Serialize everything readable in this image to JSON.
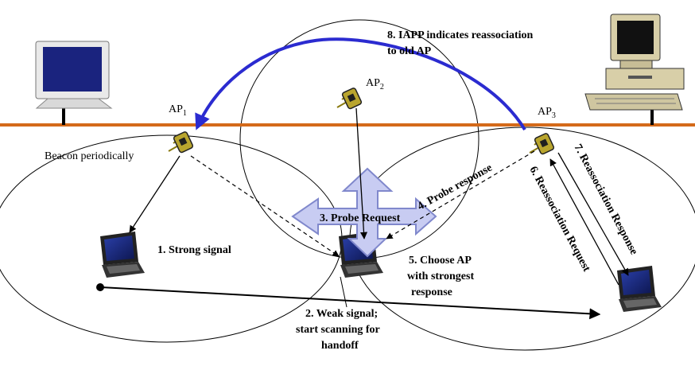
{
  "access_points": [
    {
      "name": "AP",
      "sub": "1"
    },
    {
      "name": "AP",
      "sub": "2"
    },
    {
      "name": "AP",
      "sub": "3"
    }
  ],
  "labels": {
    "beacon": "Beacon periodically",
    "strong_signal": "1. Strong signal",
    "weak_signal": [
      "2. Weak signal;",
      "start scanning for",
      "handoff"
    ],
    "probe_request": "3. Probe Request",
    "probe_response": "4. Probe response",
    "choose_ap": [
      "5. Choose AP",
      "with strongest",
      "response"
    ],
    "reassoc_request": "6. Reassociation Request",
    "reassoc_response": "7. Reassociation Response",
    "iapp": [
      "8. IAPP indicates reassociation",
      "to old AP"
    ]
  },
  "icons": {
    "desktops": [
      "crt-monitor-icon",
      "desktop-computer-icon"
    ],
    "access_point": "wireless-access-point-icon",
    "mobile": "laptop-icon"
  },
  "colors": {
    "backbone": "#d46a1a",
    "iapp_arrow": "#2b2bd0",
    "probe_request_fill": "#c8ccf2",
    "ap_fill": "#b9a52e",
    "laptop_screen": "#1c2a78"
  }
}
